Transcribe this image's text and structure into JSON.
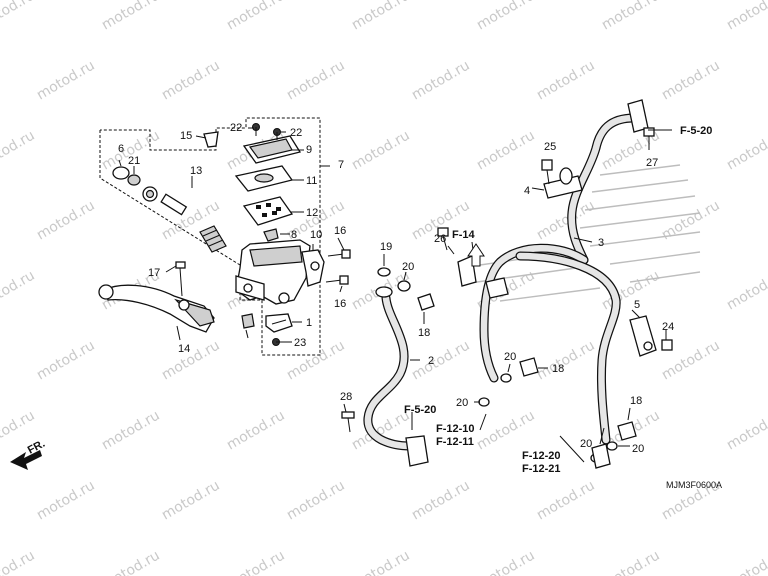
{
  "diagram_code": "MJM3F0600A",
  "watermark": "motod.ru",
  "direction_label": "FR.",
  "callouts": [
    "1",
    "2",
    "3",
    "4",
    "5",
    "6",
    "7",
    "8",
    "9",
    "10",
    "11",
    "12",
    "13",
    "14",
    "15",
    "16",
    "16",
    "17",
    "18",
    "18",
    "18",
    "19",
    "20",
    "20",
    "20",
    "20",
    "20",
    "21",
    "22",
    "22",
    "23",
    "24",
    "25",
    "26",
    "27",
    "28"
  ],
  "references": [
    "F-5-20",
    "F-14",
    "F-5-20",
    "F-12-10",
    "F-12-11",
    "F-12-20",
    "F-12-21"
  ],
  "colors": {
    "line": "#111111",
    "watermark": "#c9c9c9",
    "hose_fill": "#e6e6e6"
  }
}
